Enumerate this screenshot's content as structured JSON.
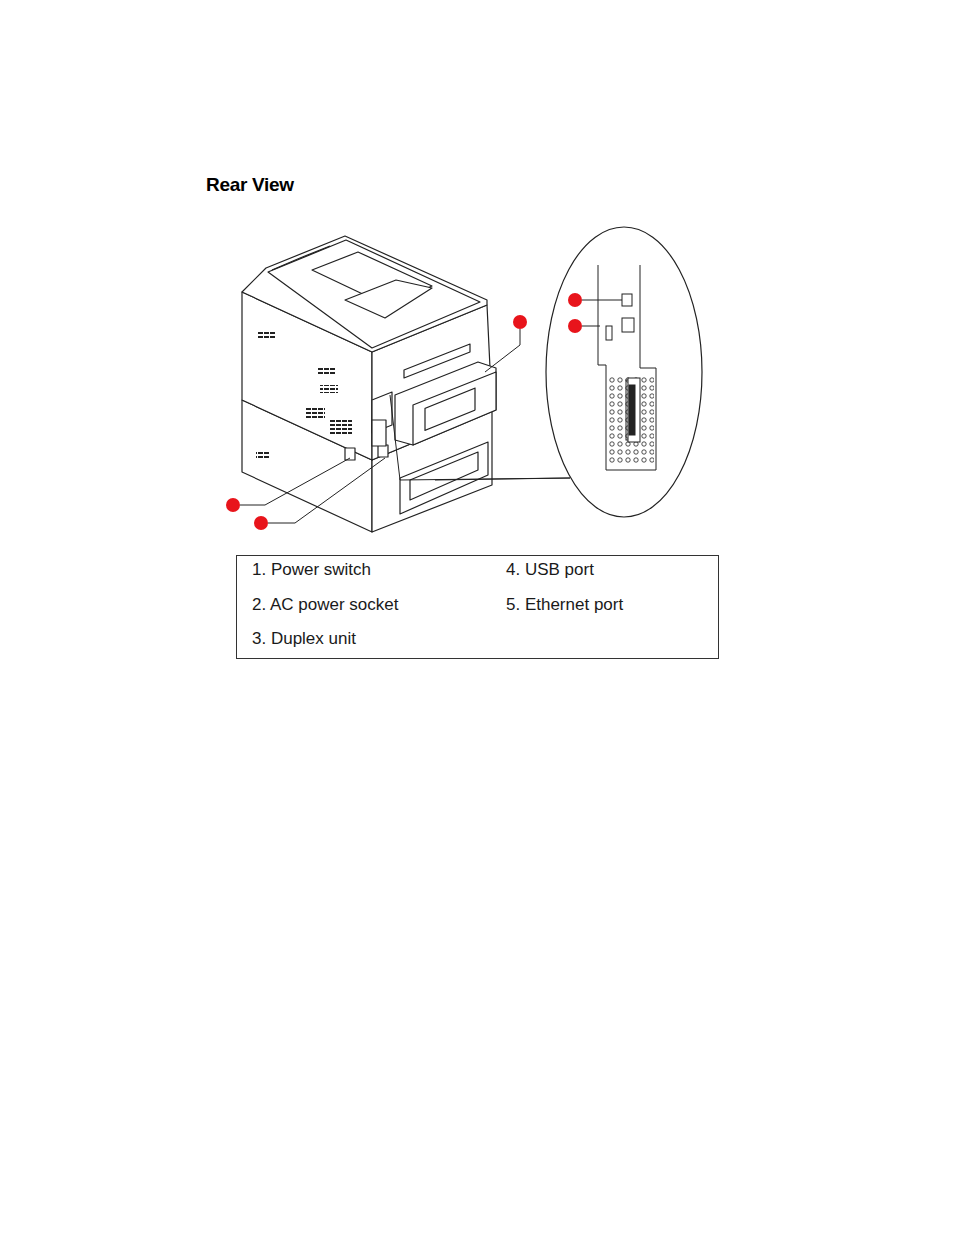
{
  "diagram": {
    "title": "Rear View",
    "labels": [
      "1. Power switch",
      "4. USB port",
      "2. AC power socket",
      "5. Ethernet port",
      "3. Duplex unit"
    ]
  }
}
